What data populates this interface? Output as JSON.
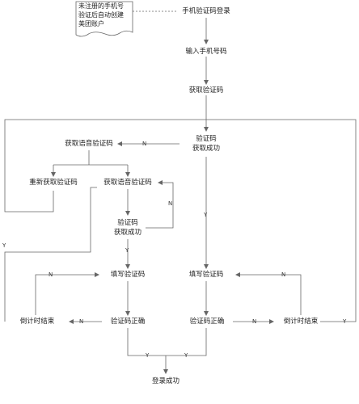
{
  "note": {
    "line1": "未注册的手机号",
    "line2": "验证后自动创建",
    "line3": "美团账户"
  },
  "nodes": {
    "login": "手机验证码登录",
    "input_phone": "输入手机号码",
    "get_code": "获取验证码",
    "code_success_line1": "验证码",
    "code_success_line2": "获取成功",
    "voice_code_left": "获取语音验证码",
    "reget_code": "重新获取验证码",
    "voice_code_mid": "获取语音验证码",
    "voice_success_line1": "验证码",
    "voice_success_line2": "获取成功",
    "fill_code_left": "填写验证码",
    "fill_code_right": "填写验证码",
    "code_correct_left": "验证码正确",
    "code_correct_right": "验证码正确",
    "countdown_left": "倒计时结束",
    "countdown_right": "倒计时结束",
    "login_success": "登录成功"
  },
  "edge_labels": {
    "n_voice": "N",
    "n_voice_loop": "N",
    "y_voice": "Y",
    "y_main": "Y",
    "n_fill_left": "N",
    "n_correct_left": "N",
    "n_correct_right": "N",
    "n_fill_right": "N",
    "y_right_loop": "Y",
    "y_left_loop": "Y",
    "y_merge_left": "Y",
    "y_merge_right": "Y"
  },
  "colors": {
    "line": "#666666",
    "text": "#222222",
    "background": "#ffffff"
  }
}
